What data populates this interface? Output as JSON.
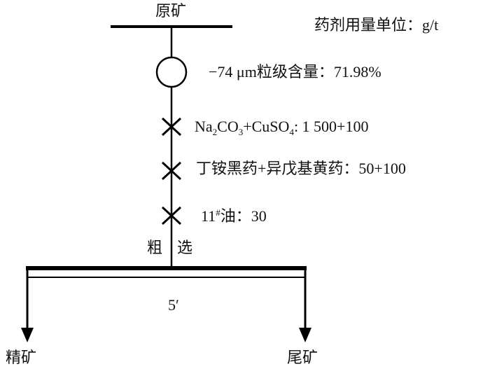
{
  "feed": "原矿",
  "unit_note": "药剂用量单位：g/t",
  "grinding": {
    "label": "−74 μm粒级含量：71.98%"
  },
  "reagents": [
    {
      "parts": [
        "Na",
        "2",
        "CO",
        "3",
        "+CuSO",
        "4",
        ": 1 500+100"
      ]
    },
    {
      "label": "丁铵黑药+异戊基黄药：50+100"
    },
    {
      "parts": [
        "11",
        "#",
        "油：30"
      ]
    }
  ],
  "operation": {
    "label_left": "粗",
    "label_right": "选",
    "time": "5′"
  },
  "products": {
    "concentrate": "精矿",
    "tailings": "尾矿"
  }
}
